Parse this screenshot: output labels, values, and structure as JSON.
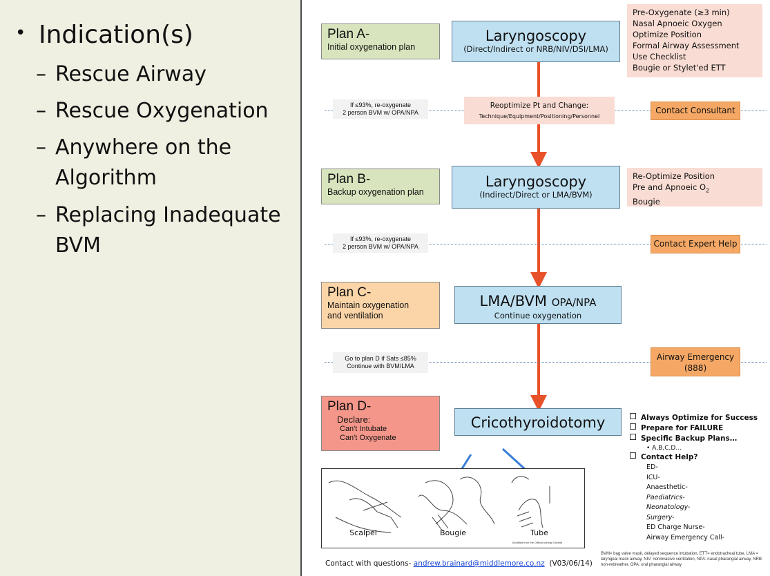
{
  "left": {
    "heading": "Indication(s)",
    "bullet": "•",
    "dash": "–",
    "items": [
      {
        "line1": "Rescue Airway",
        "line2": ""
      },
      {
        "line1": "Rescue Oxygenation",
        "line2": ""
      },
      {
        "line1": "Anywhere on the",
        "line2": "Algorithm"
      },
      {
        "line1": "Replacing Inadequate",
        "line2": "BVM"
      }
    ]
  },
  "plans": {
    "a": {
      "title": "Plan A-",
      "desc": "Initial oxygenation plan"
    },
    "b": {
      "title": "Plan B-",
      "desc": "Backup oxygenation plan"
    },
    "c": {
      "title": "Plan C-",
      "desc1": "Maintain oxygenation",
      "desc2": "and ventilation"
    },
    "d": {
      "title": "Plan D-",
      "declare": "Declare:",
      "line1": "Can't Intubate",
      "line2": "Can't Oxygenate"
    }
  },
  "steps": {
    "a": {
      "title": "Laryngoscopy",
      "sub": "(Direct/Indirect or NRB/NIV/DSI/LMA)"
    },
    "b": {
      "title": "Laryngoscopy",
      "sub": "(Indirect/Direct or LMA/BVM)"
    },
    "c": {
      "title": "LMA/BVM",
      "title_small": "OPA/NPA",
      "sub": "Continue oxygenation"
    },
    "d": {
      "title": "Cricothyroidotomy"
    }
  },
  "prep_a": [
    "Pre-Oxygenate (≥3 min)",
    "Nasal Apnoeic Oxygen",
    "Optimize Position",
    "Formal Airway Assessment",
    "Use Checklist",
    "Bougie or Stylet'ed ETT"
  ],
  "prep_b": {
    "line1": "Re-Optimize Position",
    "line2_pre": "Pre and Apnoeic  O",
    "line2_sub": "2",
    "line3": "Bougie"
  },
  "reoptimize": {
    "line1": "Reoptimize Pt and Change:",
    "line2": "Technique/Equipment/Positioning/Personnel"
  },
  "notes": {
    "n1": {
      "line1": "If ≤93%, re-oxygenate",
      "line2": "2 person BVM w/ OPA/NPA"
    },
    "n2": {
      "line1": "If ≤93%, re-oxygenate",
      "line2": "2 person BVM w/ OPA/NPA"
    },
    "n3": {
      "line1": "Go to plan D if Sats ≤85%",
      "line2": "Continue with BVM/LMA"
    }
  },
  "contacts": {
    "consultant": "Contact Consultant",
    "expert": "Contact Expert Help",
    "emergency_line1": "Airway Emergency",
    "emergency_line2": "(888)"
  },
  "checklist": {
    "items": [
      "Always Optimize for Success",
      "Prepare for FAILURE",
      "Specific Backup Plans…"
    ],
    "sub_item": "A,B,C,D…",
    "help_title": "Contact Help?",
    "help": [
      {
        "text": "ED-",
        "italic": false
      },
      {
        "text": "ICU-",
        "italic": false
      },
      {
        "text": "Anaesthetic-",
        "italic": false
      },
      {
        "text": "Paediatrics-",
        "italic": true
      },
      {
        "text": "Neonatology-",
        "italic": true
      },
      {
        "text": "Surgery-",
        "italic": true
      },
      {
        "text": "ED Charge Nurse-",
        "italic": false
      },
      {
        "text": "Airway Emergency Call-",
        "italic": false
      }
    ]
  },
  "images": {
    "scalpel": "Scalpel",
    "bougie": "Bougie",
    "tube": "Tube",
    "credit": "Modified from the Difficult Airway Society"
  },
  "abbrev": "BVM= bag valve mask, delayed sequence intubation, ETT= endotracheal tube, LMA = laryngeal mask airway, NIV: noninvasive ventilation, NPA: nasal pharangial airway, NRB: non-rebreather, OPA: oral pharangial airway",
  "footer": {
    "pre": "Contact with questions- ",
    "email": "andrew.brainard@middlemore.co.nz",
    "version": "(V03/06/14)"
  },
  "colors": {
    "plan_a": "#d8e4bd",
    "plan_c": "#fbd5a8",
    "plan_d": "#f4978a",
    "step": "#bfe0f1",
    "contact": "#f5a865",
    "arrow": "#e8522b"
  }
}
